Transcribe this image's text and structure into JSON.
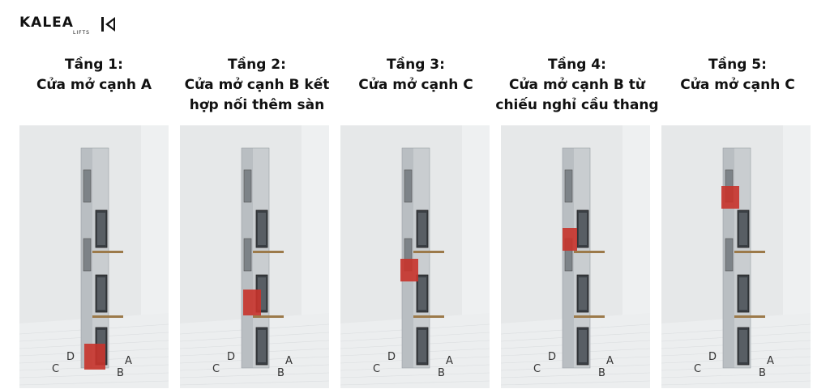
{
  "brand": {
    "name": "KALEA",
    "sub": "LIFTS",
    "logo_icon": "k-arrow-logo-icon"
  },
  "floors": [
    {
      "title": "Tầng 1:",
      "desc": [
        "Cửa mở cạnh A"
      ],
      "highlight": "floor-1-side-a"
    },
    {
      "title": "Tầng 2:",
      "desc": [
        "Cửa mở cạnh B kết",
        "hợp nối thêm sàn"
      ],
      "highlight": "floor-2-side-b"
    },
    {
      "title": "Tầng 3:",
      "desc": [
        "Cửa mở cạnh C"
      ],
      "highlight": "floor-3-side-c"
    },
    {
      "title": "Tầng 4:",
      "desc": [
        "Cửa mở cạnh B từ",
        "chiếu nghỉ cầu thang"
      ],
      "highlight": "floor-4-side-b"
    },
    {
      "title": "Tầng 5:",
      "desc": [
        "Cửa mở cạnh C"
      ],
      "highlight": "floor-5-side-c"
    }
  ],
  "side_labels": {
    "a": "A",
    "b": "B",
    "c": "C",
    "d": "D"
  },
  "colors": {
    "highlight": "#c8332b",
    "shaft": "#c9cdd0",
    "floor": "#9c7a4a",
    "door": "#3a3f44"
  }
}
